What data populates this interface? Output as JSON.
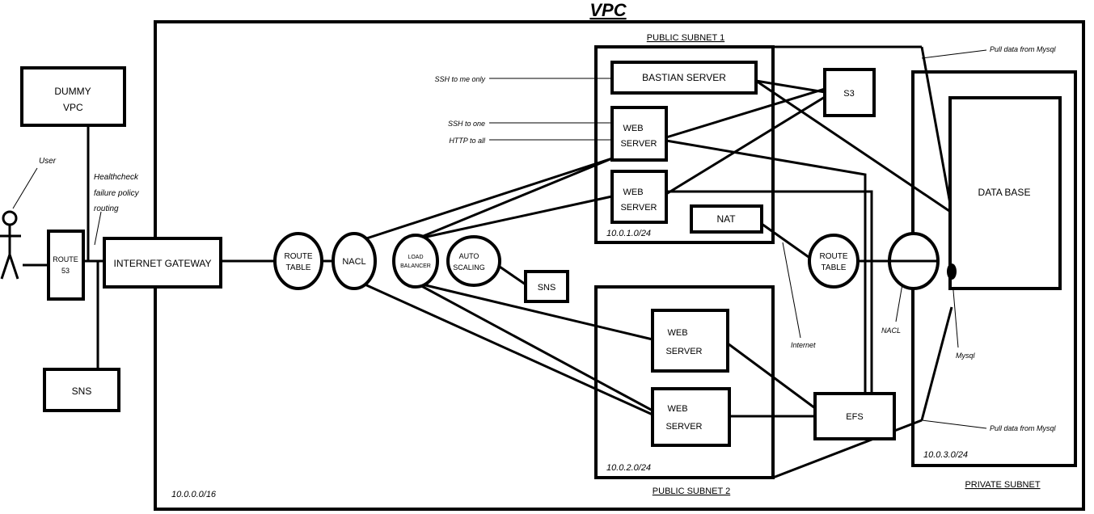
{
  "title": "VPC",
  "vpc": {
    "cidr": "10.0.0.0/16",
    "public_subnet_1": {
      "title": "PUBLIC SUBNET 1",
      "cidr": "10.0.1.0/24"
    },
    "public_subnet_2": {
      "title": "PUBLIC SUBNET 2",
      "cidr": "10.0.2.0/24"
    },
    "private_subnet": {
      "title": "PRIVATE SUBNET",
      "cidr": "10.0.3.0/24"
    }
  },
  "nodes": {
    "dummy_vpc": [
      "DUMMY",
      "VPC"
    ],
    "route53": [
      "ROUTE",
      "53"
    ],
    "sns_outside": "SNS",
    "internet_gateway": "INTERNET GATEWAY",
    "route_table_left": [
      "ROUTE",
      "TABLE"
    ],
    "nacl_left": "NACL",
    "load_balancer": [
      "LOAD",
      "BALANCER"
    ],
    "auto_scaling": [
      "AUTO",
      "SCALING"
    ],
    "sns_inside": "SNS",
    "bastian_server": "BASTIAN SERVER",
    "web_server_a": [
      "WEB",
      "SERVER"
    ],
    "web_server_b": [
      "WEB",
      "SERVER"
    ],
    "web_server_c": [
      "WEB",
      "SERVER"
    ],
    "web_server_d": [
      "WEB",
      "SERVER"
    ],
    "nat": "NAT",
    "s3": "S3",
    "route_table_right": [
      "ROUTE",
      "TABLE"
    ],
    "efs": "EFS",
    "database": "DATA BASE"
  },
  "annotations": {
    "user": "User",
    "healthcheck": [
      "Healthcheck",
      "failure policy",
      "routing"
    ],
    "ssh_me_only": "SSH to me only",
    "ssh_one": "SSH to one",
    "http_all": "HTTP to all",
    "pull_top": "Pull data from Mysql",
    "pull_bottom": "Pull data from Mysql",
    "internet": "Internet",
    "nacl_right": "NACL",
    "mysql": "Mysql"
  }
}
